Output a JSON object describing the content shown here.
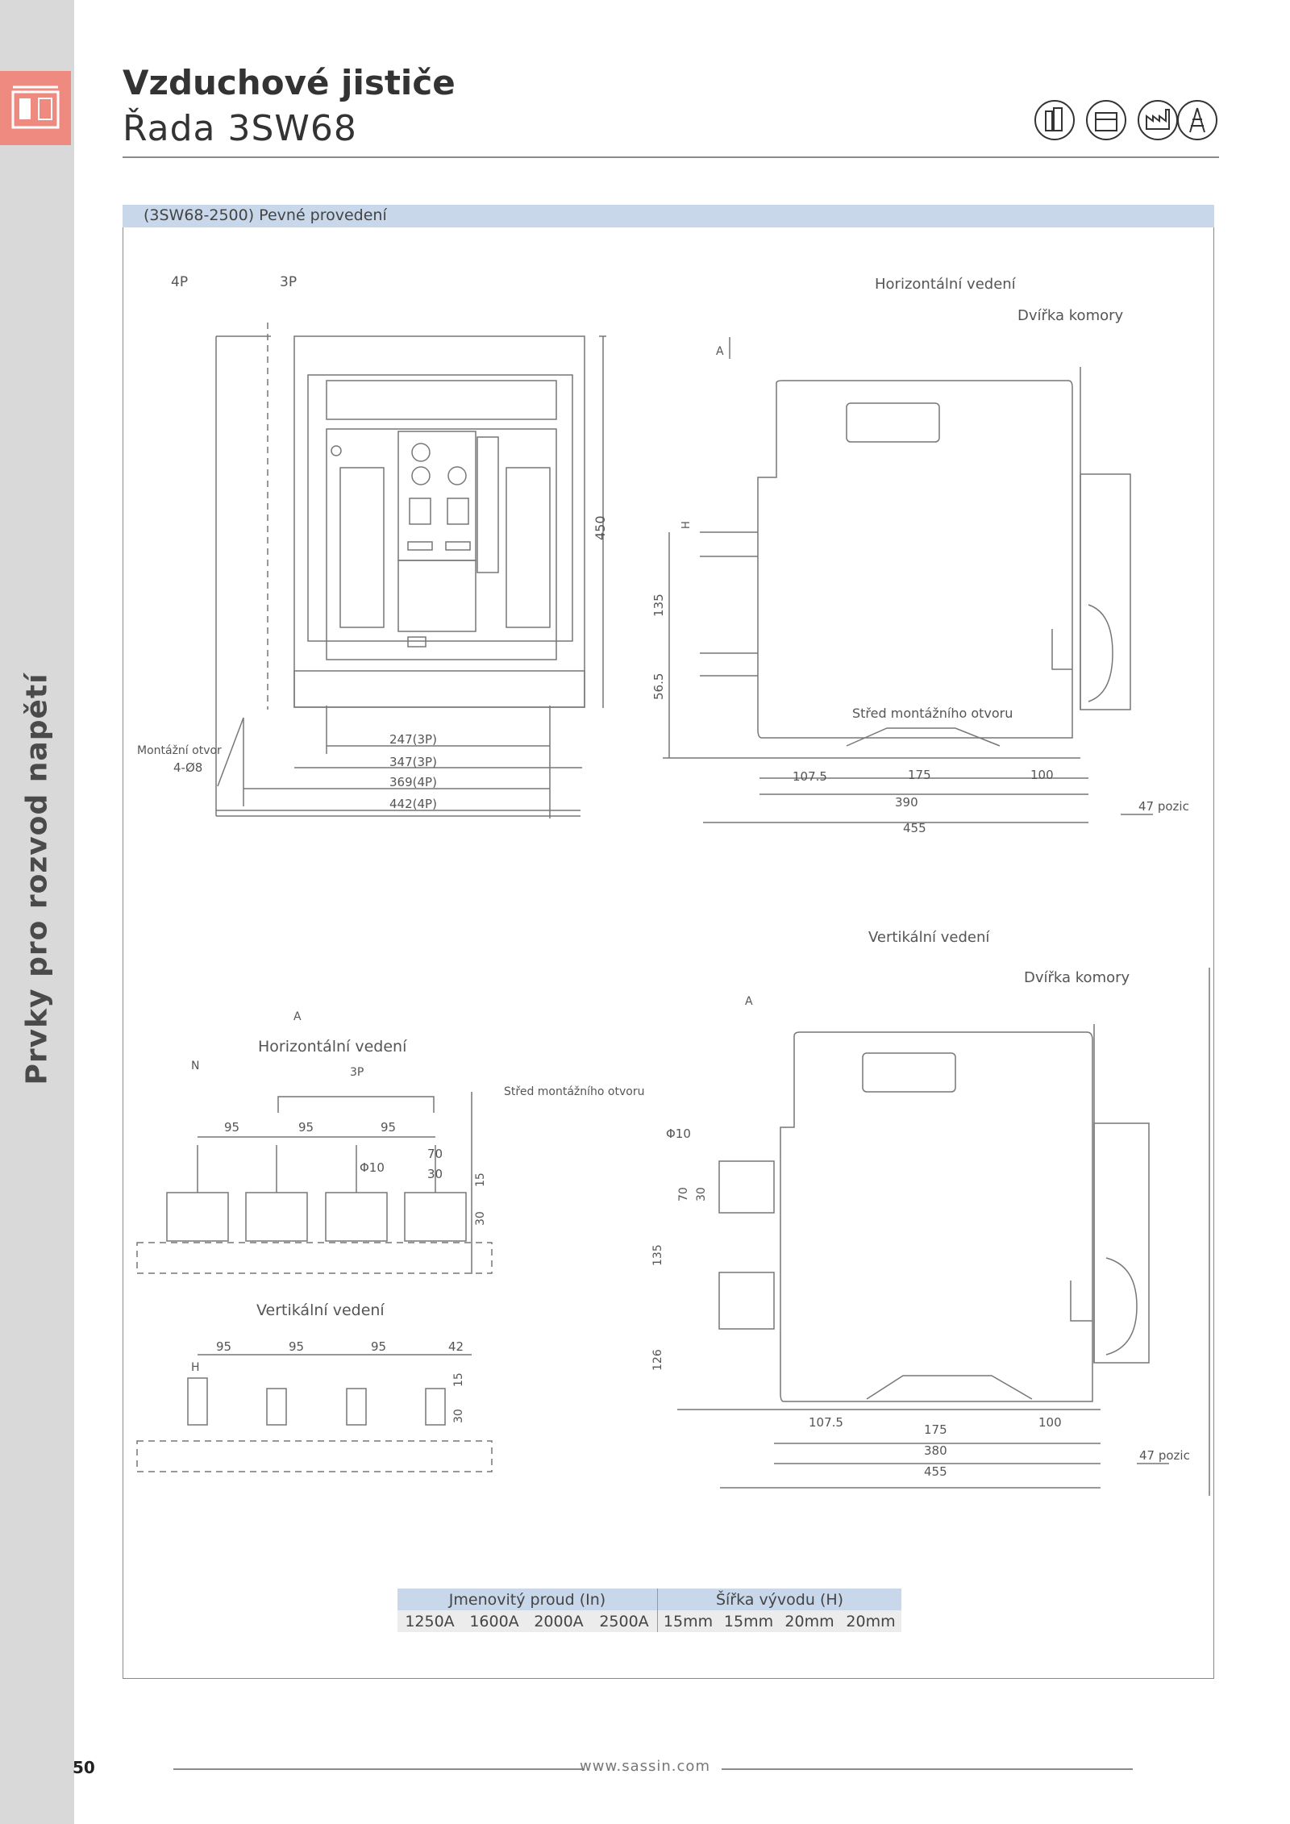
{
  "sidebar": {
    "section_title": "Prvky pro rozvod napětí",
    "icon": "breaker-icon",
    "accent_color": "#ef8a80"
  },
  "header": {
    "title": "Vzduchové jističe",
    "subtitle": "Řada 3SW68",
    "pictograms": [
      "building-icon",
      "office-icon",
      "factory-icon",
      "tower-icon"
    ]
  },
  "section": {
    "band_label": "(3SW68-2500) Pevné provedení",
    "band_color": "#c8d8ea"
  },
  "front_view": {
    "labels": {
      "four_pole": "4P",
      "three_pole": "3P",
      "mount_hole": "Montážní otvor",
      "mount_hole_count": "4-Ø8"
    },
    "dims": {
      "height": "450",
      "w1": "247(3P)",
      "w2": "347(3P)",
      "w3": "369(4P)",
      "w4": "442(4P)"
    }
  },
  "side_h": {
    "title": "Horizontální vedení",
    "door": "Dvířka komory",
    "arrow": "A",
    "h_mark": "H",
    "mount_center": "Střed montážního otvoru",
    "dims": {
      "v1": "135",
      "v2": "56.5",
      "d1": "107.5",
      "d2": "175",
      "d3": "100",
      "d4": "390",
      "d5": "455",
      "pos": "47 pozic"
    }
  },
  "terminals": {
    "arrow": "A",
    "h_title": "Horizontální vedení",
    "n": "N",
    "three_p": "3P",
    "mount_center": "Střed montážního otvoru",
    "h_dims": {
      "p1": "95",
      "p2": "95",
      "p3": "95",
      "d70": "70",
      "d30": "30",
      "phi": "Φ10",
      "v15": "15",
      "v30": "30"
    },
    "v_title": "Vertikální vedení",
    "h_mark": "H",
    "v_dims": {
      "p1": "95",
      "p2": "95",
      "p3": "95",
      "p4": "42",
      "v15": "15",
      "v30": "30"
    }
  },
  "side_v": {
    "title": "Vertikální vedení",
    "door": "Dvířka komory",
    "arrow": "A",
    "phi": "Φ10",
    "dims": {
      "v70": "70",
      "v30": "30",
      "v135": "135",
      "v126": "126",
      "d1": "107.5",
      "d2": "175",
      "d3": "100",
      "d4": "380",
      "d5": "455",
      "pos": "47 pozic"
    }
  },
  "table": {
    "header": [
      "Jmenovitý proud (In)",
      "Šířka vývodu (H)"
    ],
    "currents": [
      "1250A",
      "1600A",
      "2000A",
      "2500A"
    ],
    "widths": [
      "15mm",
      "15mm",
      "20mm",
      "20mm"
    ]
  },
  "footer": {
    "page_number": "50",
    "url": "www.sassin.com"
  }
}
